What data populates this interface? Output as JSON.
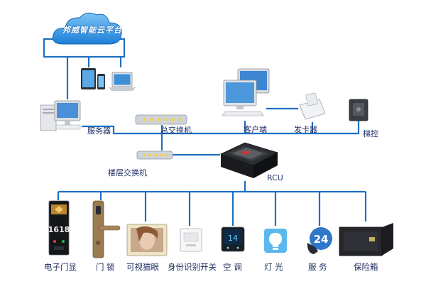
{
  "cloud": {
    "title": "邦威智能云平台"
  },
  "top_labels": {
    "server": "服务器",
    "main_switch": "总交换机",
    "client": "客户端",
    "card_issuer": "发卡器",
    "elevator_control": "梯控",
    "floor_switch": "楼层交换机",
    "rcu": "RCU"
  },
  "bottom_labels": {
    "door_display": "电子门显",
    "door_lock": "门 锁",
    "peephole": "可视猫眼",
    "id_switch": "身份识别开关",
    "ac": "空 调",
    "lighting": "灯 光",
    "service": "服 务",
    "safe": "保险箱"
  },
  "device_text": {
    "room_number": "1618",
    "thermostat_value": "14",
    "service_hours": "24"
  },
  "colors": {
    "line": "#1f6fc1",
    "cloud": "#2b8de0",
    "label": "#1f2f66"
  }
}
